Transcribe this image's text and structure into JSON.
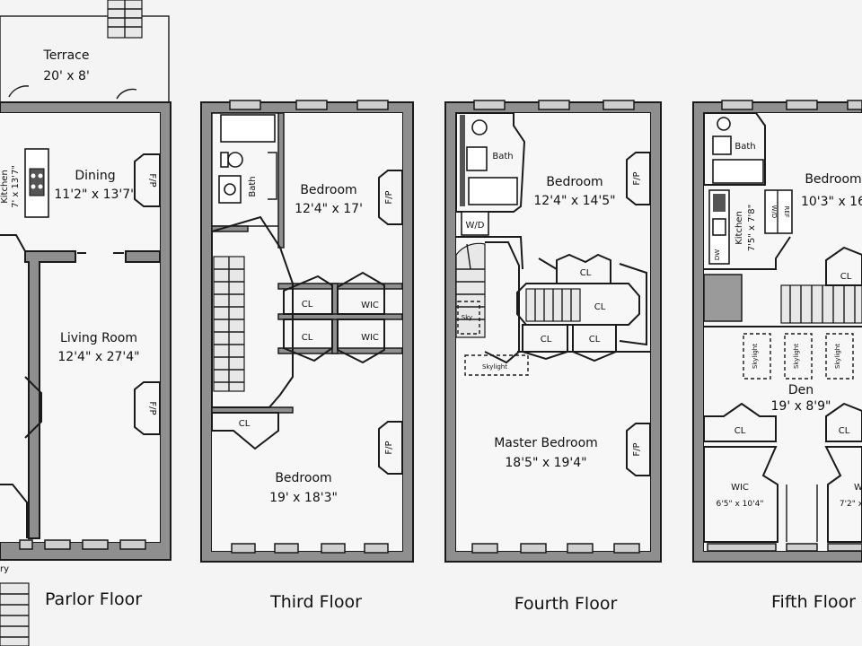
{
  "floors": {
    "parlor": {
      "caption": "Parlor Floor",
      "terrace": {
        "name": "Terrace",
        "dim": "20' x 8'"
      },
      "kitchen": {
        "name": "Kitchen",
        "dim": "7' x 13'7\""
      },
      "dining": {
        "name": "Dining",
        "dim": "11'2\" x 13'7\""
      },
      "living": {
        "name": "Living Room",
        "dim": "12'4\" x 27'4\""
      },
      "fireplace": "F/P",
      "pantry_fragment": "ry"
    },
    "third": {
      "caption": "Third Floor",
      "bath": "Bath",
      "bedroom_front": {
        "name": "Bedroom",
        "dim": "12'4\" x 17'"
      },
      "closets": [
        "CL",
        "CL",
        "CL"
      ],
      "wics": [
        "WIC",
        "WIC"
      ],
      "bedroom_rear": {
        "name": "Bedroom",
        "dim": "19' x 18'3\""
      },
      "fireplace": "F/P"
    },
    "fourth": {
      "caption": "Fourth Floor",
      "bath": "Bath",
      "washer_dryer": "W/D",
      "bedroom": {
        "name": "Bedroom",
        "dim": "12'4\" x 14'5\""
      },
      "closets": [
        "CL",
        "CL",
        "CL",
        "CL"
      ],
      "sky": "Sky",
      "skylight": "Skylight",
      "master": {
        "name": "Master Bedroom",
        "dim": "18'5\" x 19'4\""
      },
      "fireplace": "F/P"
    },
    "fifth": {
      "caption": "Fifth Floor",
      "bath": "Bath",
      "kitchen": {
        "name": "Kitchen",
        "dim": "7'5\" x 7'8\""
      },
      "wd": "W/D",
      "ref": "REF",
      "dw": "DW",
      "bedroom": {
        "name": "Bedroom",
        "dim": "10'3\" x 16"
      },
      "closets": [
        "CL",
        "CL",
        "CL"
      ],
      "skylights": [
        "Skylight",
        "Skylight",
        "Skylight"
      ],
      "den": {
        "name": "Den",
        "dim": "19' x 8'9\""
      },
      "wic_left": {
        "name": "WIC",
        "dim": "6'5\" x 10'4\""
      },
      "wic_right": {
        "name": "W",
        "dim": "7'2\" x"
      }
    }
  }
}
